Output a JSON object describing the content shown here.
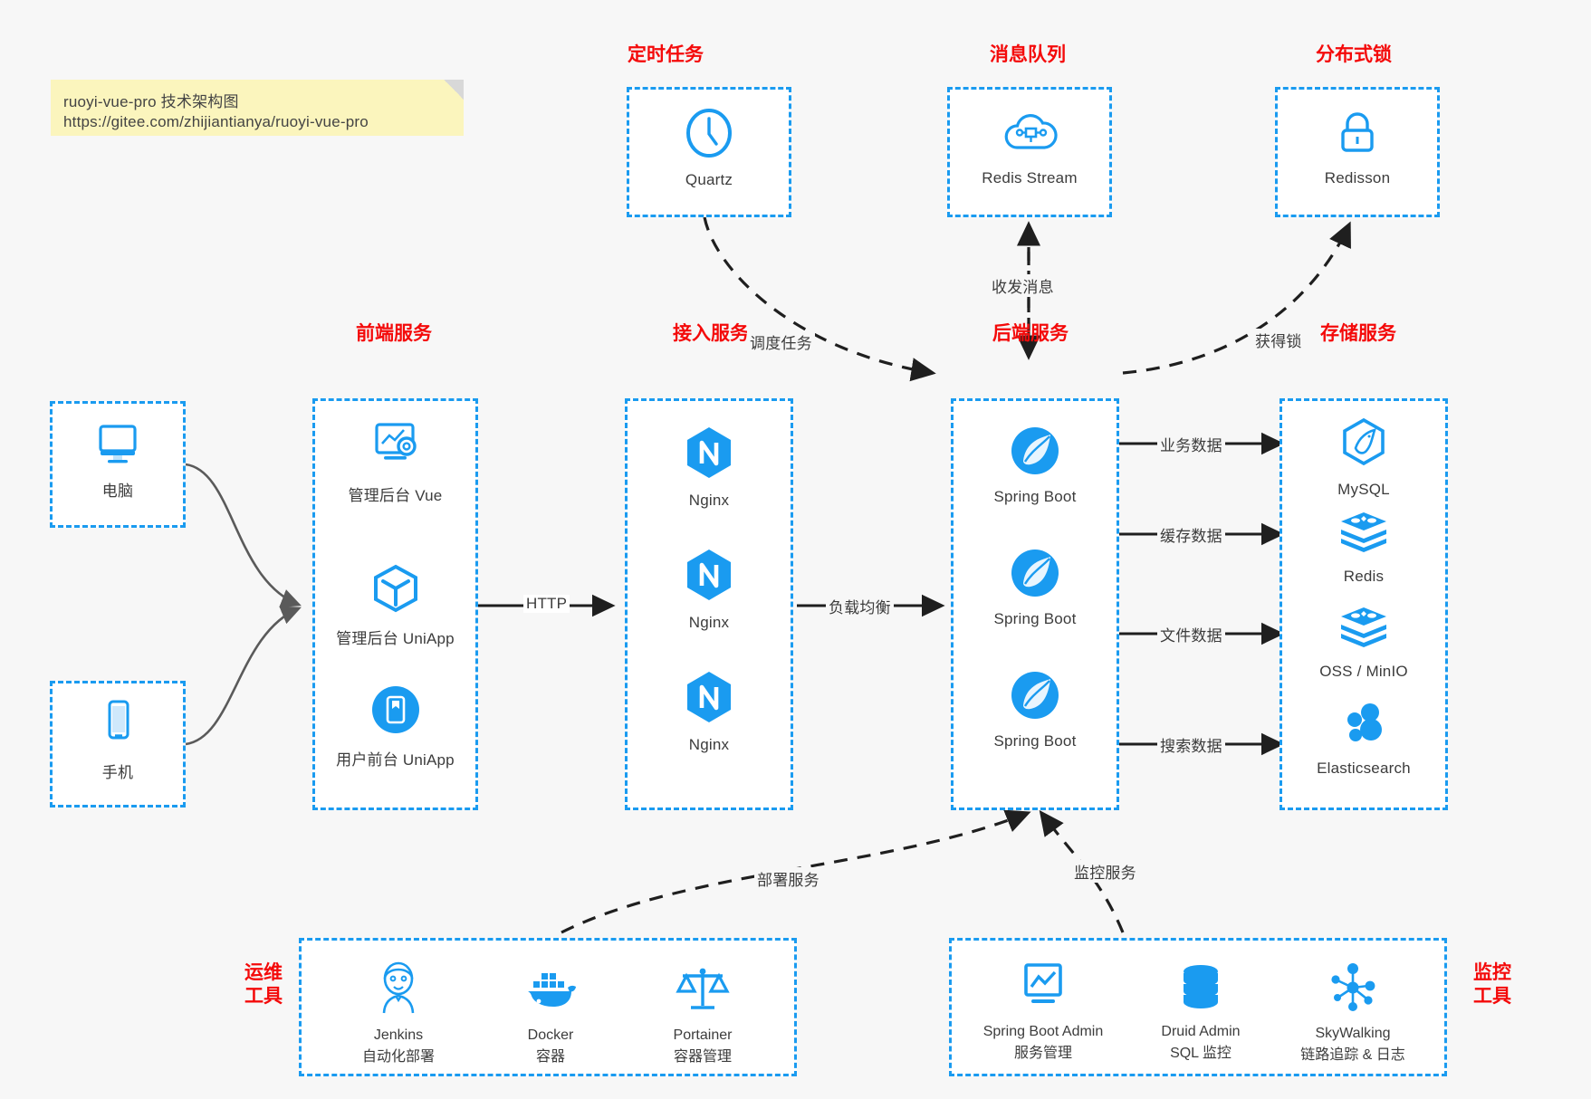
{
  "note": {
    "line1": "ruoyi-vue-pro 技术架构图",
    "line2": "https://gitee.com/zhijiantianya/ruoyi-vue-pro"
  },
  "colors": {
    "accent": "#1a9bf0",
    "title": "#f40a0a",
    "text": "#3c3c3c",
    "background": "#f7f7f7",
    "note": "#fbf5bd",
    "edge": "#1f1f1f",
    "curve": "#5a5a5a"
  },
  "groups": {
    "clients": {
      "computer": {
        "label": "电脑",
        "icon": "monitor-icon"
      },
      "phone": {
        "label": "手机",
        "icon": "smartphone-icon"
      }
    },
    "scheduler": {
      "title": "定时任务",
      "items": [
        {
          "label": "Quartz",
          "icon": "clock-icon"
        }
      ]
    },
    "mq": {
      "title": "消息队列",
      "items": [
        {
          "label": "Redis Stream",
          "icon": "cloud-stream-icon"
        }
      ]
    },
    "lock": {
      "title": "分布式锁",
      "items": [
        {
          "label": "Redisson",
          "icon": "padlock-icon"
        }
      ]
    },
    "frontend": {
      "title": "前端服务",
      "items": [
        {
          "label": "管理后台 Vue",
          "icon": "dashboard-gear-icon"
        },
        {
          "label": "管理后台 UniApp",
          "icon": "cube-icon"
        },
        {
          "label": "用户前台 UniApp",
          "icon": "mobile-app-icon"
        }
      ]
    },
    "gateway": {
      "title": "接入服务",
      "items": [
        {
          "label": "Nginx",
          "icon": "nginx-icon"
        },
        {
          "label": "Nginx",
          "icon": "nginx-icon"
        },
        {
          "label": "Nginx",
          "icon": "nginx-icon"
        }
      ]
    },
    "backend": {
      "title": "后端服务",
      "items": [
        {
          "label": "Spring Boot",
          "icon": "spring-leaf-icon"
        },
        {
          "label": "Spring Boot",
          "icon": "spring-leaf-icon"
        },
        {
          "label": "Spring Boot",
          "icon": "spring-leaf-icon"
        }
      ]
    },
    "storage": {
      "title": "存储服务",
      "items": [
        {
          "label": "MySQL",
          "icon": "mysql-dolphin-icon"
        },
        {
          "label": "Redis",
          "icon": "redis-stack-icon"
        },
        {
          "label": "OSS / MinIO",
          "icon": "redis-stack-icon"
        },
        {
          "label": "Elasticsearch",
          "icon": "elasticsearch-icon"
        }
      ]
    },
    "devops": {
      "title": "运维\n工具",
      "title_line1": "运维",
      "title_line2": "工具",
      "items": [
        {
          "label": "Jenkins",
          "sub": "自动化部署",
          "icon": "jenkins-butler-icon"
        },
        {
          "label": "Docker",
          "sub": "容器",
          "icon": "docker-whale-icon"
        },
        {
          "label": "Portainer",
          "sub": "容器管理",
          "icon": "scales-icon"
        }
      ]
    },
    "monitor": {
      "title_line1": "监控",
      "title_line2": "工具",
      "items": [
        {
          "label": "Spring Boot Admin",
          "sub": "服务管理",
          "icon": "chart-monitor-icon"
        },
        {
          "label": "Druid Admin",
          "sub": "SQL 监控",
          "icon": "database-icon"
        },
        {
          "label": "SkyWalking",
          "sub": "链路追踪 & 日志",
          "icon": "network-nodes-icon"
        }
      ]
    }
  },
  "edges": {
    "http": "HTTP",
    "load_balance": "负载均衡",
    "schedule_task": "调度任务",
    "send_receive_message": "收发消息",
    "acquire_lock": "获得锁",
    "business_data": "业务数据",
    "cache_data": "缓存数据",
    "file_data": "文件数据",
    "search_data": "搜索数据",
    "deploy_service": "部署服务",
    "monitor_service": "监控服务"
  }
}
